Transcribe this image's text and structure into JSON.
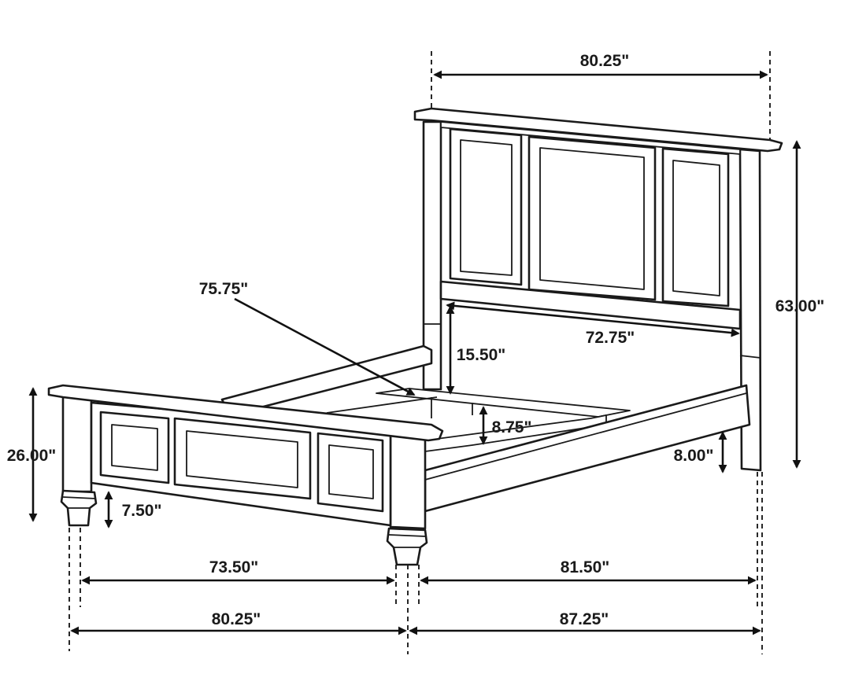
{
  "dimensions": {
    "headboard_width": "80.25\"",
    "headboard_height": "63.00\"",
    "diagonal": "75.75\"",
    "inner_width": "72.75\"",
    "headboard_clearance": "15.50\"",
    "rail_height": "8.75\"",
    "side_rail_clearance": "8.00\"",
    "footboard_height": "26.00\"",
    "leg_height": "7.50\"",
    "inner_length_front": "73.50\"",
    "inner_length_side": "81.50\"",
    "overall_width": "80.25\"",
    "overall_length": "87.25\""
  }
}
